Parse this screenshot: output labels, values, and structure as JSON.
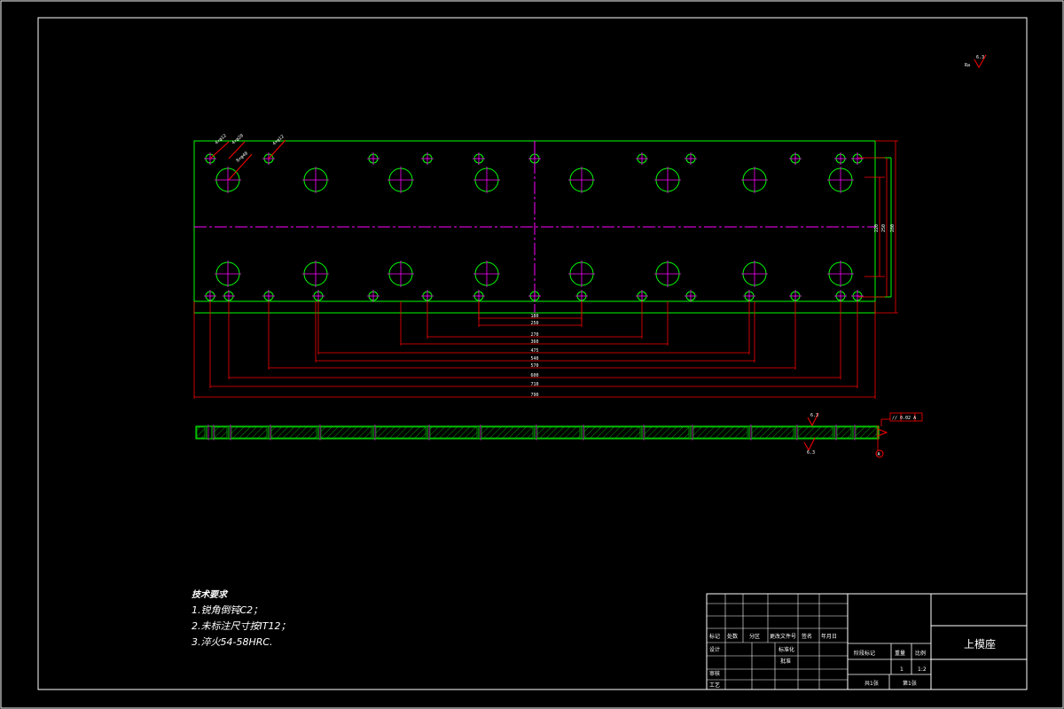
{
  "colors": {
    "background": "#000000",
    "outline": "#00ff00",
    "dimension": "#ff0000",
    "centerline": "#ff00ff",
    "border": "#ffffff",
    "text": "#ffffff"
  },
  "surface_finish": {
    "top_right": "6.3"
  },
  "hole_callouts": [
    "4×φ12",
    "4×φ20",
    "8×φ40",
    "4×φ12"
  ],
  "plan_dimensions": {
    "horizontal": [
      "180",
      "250",
      "270",
      "360",
      "475",
      "540",
      "570",
      "600",
      "710",
      "790",
      "790"
    ],
    "vertical": [
      "220",
      "250",
      "280"
    ]
  },
  "section_annotations": {
    "finish_top": "6.3",
    "finish_bottom": "6.3",
    "tolerance": "// 0.02 A",
    "datum": "A"
  },
  "technical_requirements": {
    "title": "技术要求",
    "items": [
      "1.锐角倒钝C2；",
      "2.未标注尺寸按IT12；",
      "3.淬火54-58HRC."
    ]
  },
  "title_block": {
    "part_name": "上模座",
    "row_labels": [
      "标记",
      "处数",
      "分区",
      "更改文件号",
      "签名",
      "年月日"
    ],
    "design": "设计",
    "standardization": "标准化",
    "review": "审核",
    "process": "工艺",
    "approve": "批准",
    "stage_mark": "阶段标记",
    "weight": "重量",
    "scale": "比例",
    "weight_value": "1",
    "scale_value": "1:2",
    "sheets_total": "共1张",
    "sheet_no": "第1张"
  }
}
